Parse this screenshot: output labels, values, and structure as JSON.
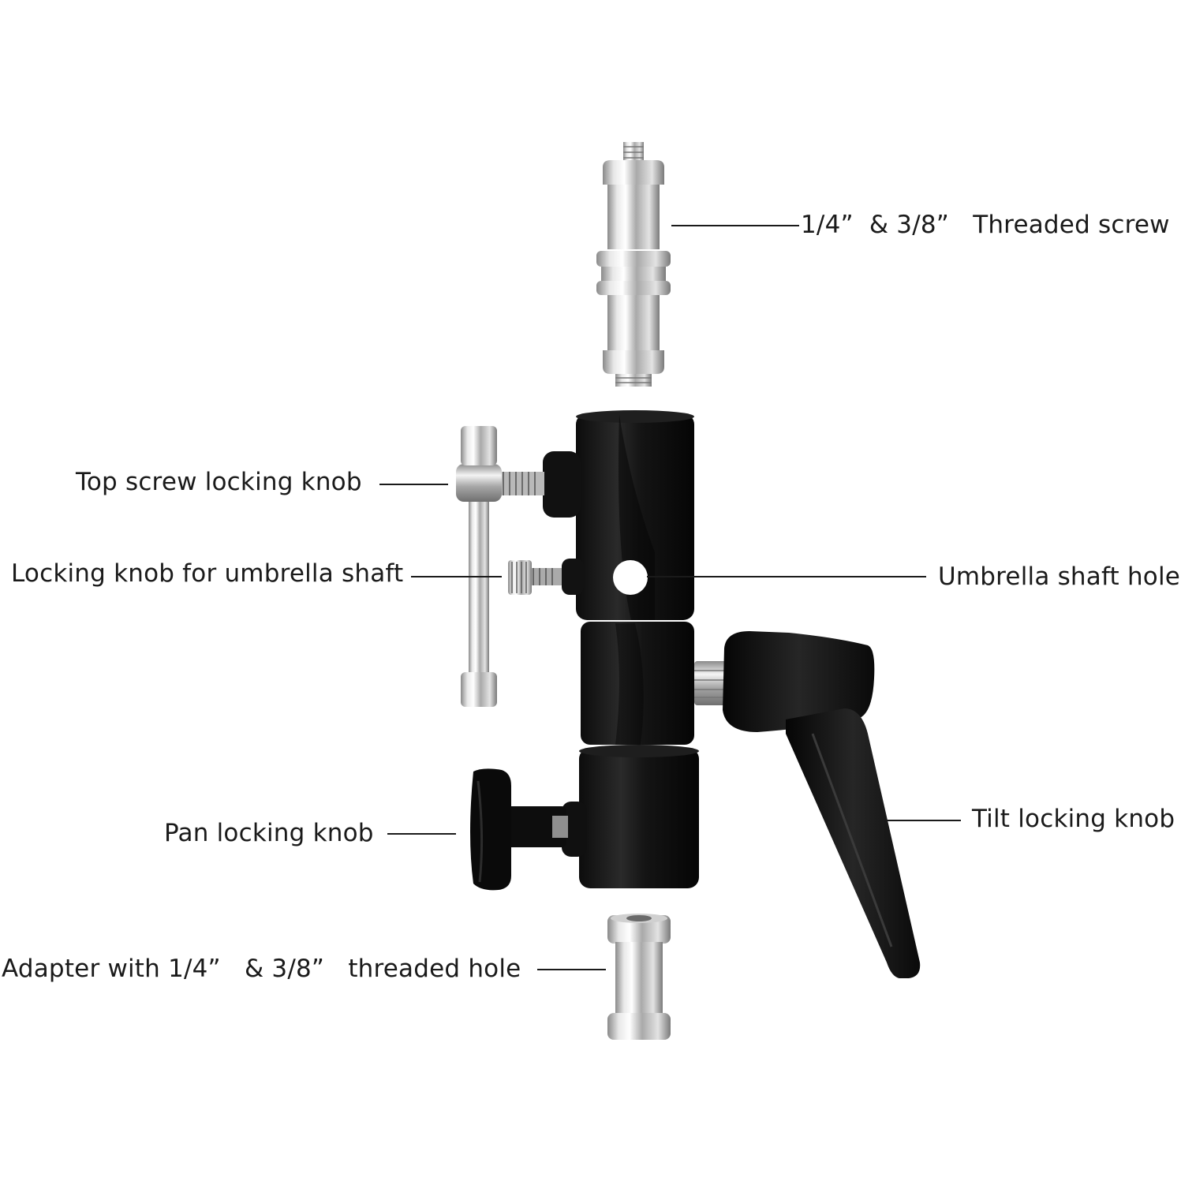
{
  "labels": {
    "threaded_screw": "1/4”  & 3/8”   Threaded screw",
    "top_screw_knob": "Top screw locking knob",
    "umbrella_shaft_knob": "Locking knob for umbrella shaft",
    "umbrella_shaft_hole": "Umbrella shaft hole",
    "tilt_knob": "Tilt locking knob",
    "pan_knob": "Pan locking knob",
    "adapter": "Adapter with 1/4”   & 3/8”   threaded hole"
  },
  "colors": {
    "body_black": "#141414",
    "metal_silver": "#c9c9c9",
    "line": "#1a1a1a",
    "text": "#1a1a1a"
  }
}
